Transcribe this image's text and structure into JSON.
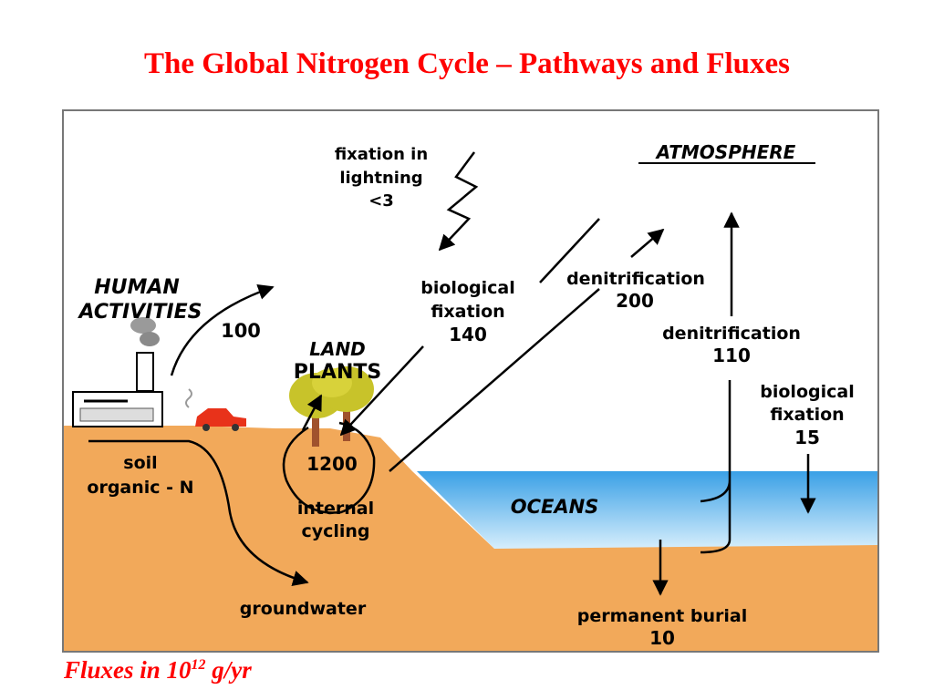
{
  "title": "The Global Nitrogen Cycle – Pathways and Fluxes",
  "caption": {
    "prefix": "Fluxes in 10",
    "exponent": "12",
    "suffix": " g/yr"
  },
  "labels": {
    "lightning": [
      "fixation in",
      "lightning",
      "<3"
    ],
    "atmosphere": "ATMOSPHERE",
    "human": [
      "HUMAN",
      "ACTIVITIES"
    ],
    "human_flux": "100",
    "land_plants": [
      "LAND",
      "PLANTS"
    ],
    "bio_fix_land": [
      "biological",
      "fixation"
    ],
    "bio_fix_land_value": "140",
    "denit_land": "denitrification",
    "denit_land_value": "200",
    "denit_ocean": "denitrification",
    "denit_ocean_value": "110",
    "bio_fix_ocean": [
      "biological",
      "fixation"
    ],
    "bio_fix_ocean_value": "15",
    "soil": [
      "soil",
      "organic - N"
    ],
    "internal_value": "1200",
    "internal": [
      "internal",
      "cycling"
    ],
    "oceans": "OCEANS",
    "groundwater": "groundwater",
    "burial": "permanent burial",
    "burial_value": "10"
  },
  "colors": {
    "title": "#ff0000",
    "land": "#f2a95a",
    "ocean_top": "#3aa0e6",
    "ocean_bottom": "#d6eefc",
    "tree_leaves": "#c8c32a",
    "tree_trunk": "#a0522d",
    "car": "#e8321a",
    "factory": "#ffffff"
  }
}
